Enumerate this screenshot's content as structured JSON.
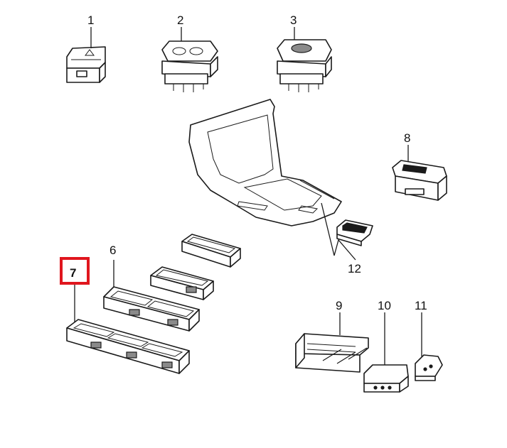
{
  "callouts": [
    {
      "id": "1",
      "label": "1"
    },
    {
      "id": "2",
      "label": "2"
    },
    {
      "id": "3",
      "label": "3"
    },
    {
      "id": "6",
      "label": "6"
    },
    {
      "id": "7",
      "label": "7",
      "highlighted": true
    },
    {
      "id": "8",
      "label": "8"
    },
    {
      "id": "9",
      "label": "9"
    },
    {
      "id": "10",
      "label": "10"
    },
    {
      "id": "11",
      "label": "11"
    },
    {
      "id": "12",
      "label": "12"
    }
  ],
  "highlight_color": "#e0161e"
}
